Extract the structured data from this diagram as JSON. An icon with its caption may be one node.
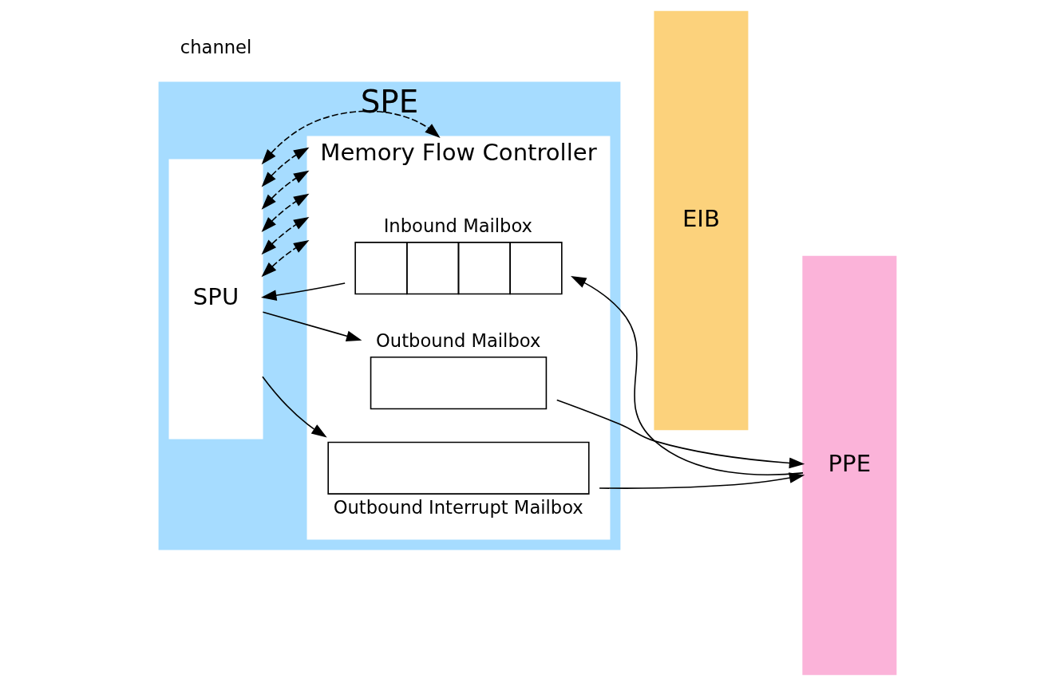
{
  "diagram": {
    "nodes": [
      {
        "text": [
          "SPE"
        ]
      },
      {
        "text": [
          "SPU"
        ],
        "in": 0
      },
      {
        "text": [
          "Memory Flow Controller"
        ],
        "in": 0
      },
      {
        "text": [
          "Inbound Mailbox"
        ],
        "in": 2
      },
      {
        "text": [
          "Outbound Mailbox"
        ],
        "in": 2
      },
      {
        "text": [
          "Outbound Interrupt Mailbox"
        ],
        "in": 2
      },
      {
        "text": [
          "EIB"
        ]
      },
      {
        "text": [
          "PPE"
        ]
      }
    ],
    "edges": [
      {
        "from": 7,
        "to": 3,
        "arrow": "to"
      },
      {
        "from": 3,
        "to": 1,
        "arrow": "to"
      },
      {
        "from": 1,
        "to": 4,
        "arrow": "to"
      },
      {
        "from": 1,
        "to": 5,
        "arrow": "to"
      },
      {
        "from": 4,
        "to": 7,
        "arrow": "to"
      },
      {
        "from": 5,
        "to": 7,
        "arrow": "to"
      },
      {
        "from": 1,
        "to": 2,
        "arrow": "both",
        "style": "dashed"
      },
      {
        "from": 1,
        "to": 2,
        "arrow": "both",
        "style": "dashed"
      },
      {
        "from": 1,
        "to": 2,
        "arrow": "both",
        "style": "dashed"
      },
      {
        "from": 1,
        "to": 2,
        "arrow": "both",
        "style": "dashed"
      },
      {
        "from": 1,
        "to": 2,
        "arrow": "both",
        "style": "dashed"
      },
      {
        "from": 1,
        "to": 2,
        "arrow": "both",
        "style": "dashed"
      }
    ],
    "labels": [
      "channel"
    ]
  }
}
